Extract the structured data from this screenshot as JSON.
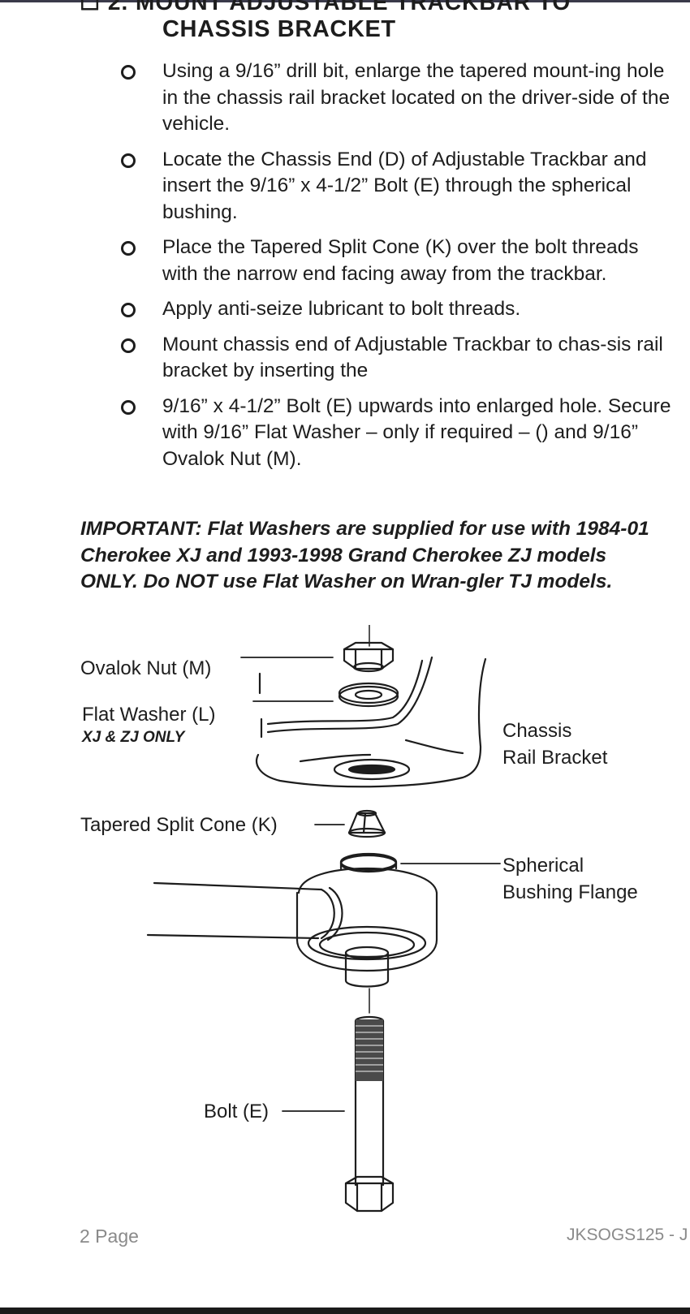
{
  "section": {
    "cut_heading": "☐ 2. MOUNT ADJUSTABLE TRACKBAR TO",
    "heading": "CHASSIS BRACKET"
  },
  "steps": [
    "Using a 9/16” drill bit, enlarge the tapered mount-ing hole in the chassis rail bracket located on the driver-side of the vehicle.",
    "Locate the Chassis End (D) of Adjustable Trackbar and insert the 9/16” x 4-1/2” Bolt (E) through the spherical bushing.",
    "Place the Tapered Split Cone (K) over the bolt threads with the narrow end facing away from the trackbar.",
    "Apply anti-seize lubricant to bolt threads.",
    "Mount chassis end of Adjustable Trackbar to chas-sis rail bracket by inserting the",
    "9/16” x 4-1/2” Bolt (E) upwards into enlarged hole. Secure with 9/16” Flat Washer – only if required – () and 9/16” Ovalok Nut (M)."
  ],
  "important": "IMPORTANT: Flat Washers are supplied for use with 1984-01 Cherokee XJ and 1993-1998 Grand Cherokee ZJ models ONLY. Do NOT use Flat Washer on Wran-gler TJ models.",
  "diagram": {
    "labels": {
      "ovalok_nut": "Ovalok Nut (M)",
      "flat_washer": "Flat Washer (L)",
      "xj_zj_only": "XJ & ZJ ONLY",
      "chassis_line1": "Chassis",
      "chassis_line2": "Rail Bracket",
      "tapered_cone": "Tapered Split Cone (K)",
      "spherical_line1": "Spherical",
      "spherical_line2": "Bushing Flange",
      "bolt": "Bolt (E)"
    }
  },
  "footer": {
    "page": "2 Page",
    "doc_code": "JKSOGS125 - J"
  }
}
